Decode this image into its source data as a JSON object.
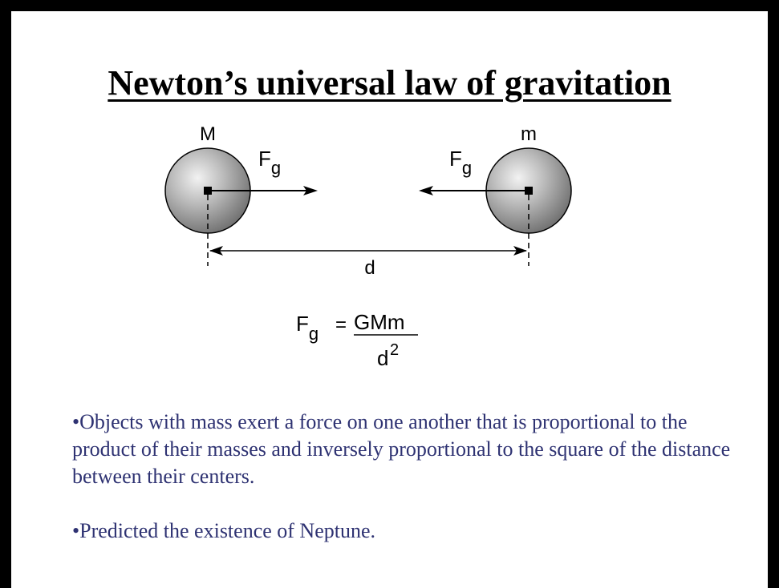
{
  "slide": {
    "title": "Newton’s universal law of gravitation",
    "diagram": {
      "mass_left_label": "M",
      "mass_right_label": "m",
      "force_label_main": "F",
      "force_label_sub": "g",
      "distance_label": "d"
    },
    "formula": {
      "lhs_main": "F",
      "lhs_sub": "g",
      "equals": "=",
      "numerator": "GMm",
      "denominator_base": "d",
      "denominator_exp": "2"
    },
    "bullets": [
      "•Objects with mass exert a force on one another that is proportional to the product of their masses and inversely proportional to the square of the distance between their centers.",
      "•Predicted the existence of Neptune."
    ],
    "colors": {
      "border": "#000000",
      "bullet_text": "#2e3272"
    }
  }
}
